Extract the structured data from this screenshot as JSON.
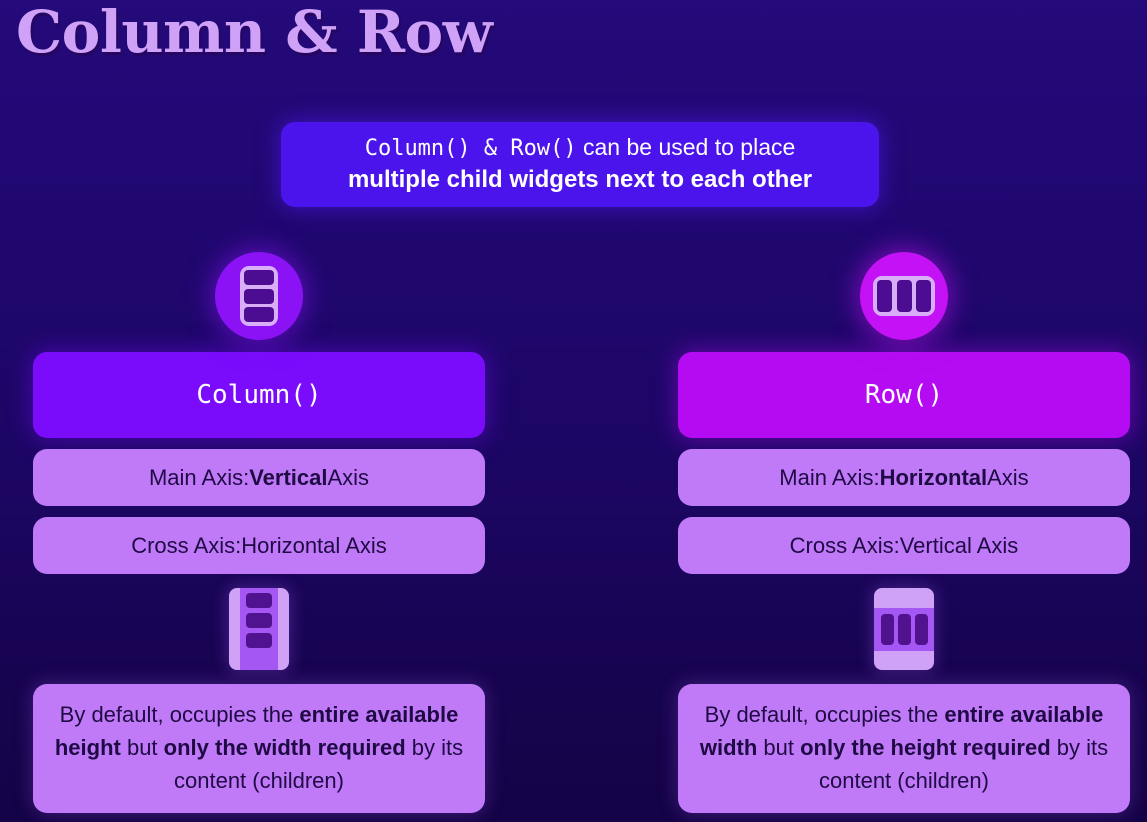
{
  "title": "Column & Row",
  "callout": {
    "line1_code": "Column() & Row()",
    "line1_rest": " can be used to place",
    "line2": "multiple child widgets next to each other"
  },
  "colors": {
    "background_top": "#240a7a",
    "background_bottom": "#140346",
    "title": "#cfa2f7",
    "callout_bg": "#4b14ec",
    "column_accent": "#7a0bfb",
    "row_accent": "#b40bf2",
    "column_badge": "#8a12f5",
    "row_badge": "#c511f5",
    "card_bg": "#c07af8",
    "card_text": "#1f0a45"
  },
  "panels": [
    {
      "key": "column",
      "icon_name": "column-layout-icon",
      "header": "Column()",
      "main_axis": {
        "prefix": "Main Axis: ",
        "strong": "Vertical",
        "suffix": " Axis"
      },
      "cross_axis": {
        "prefix": "Cross Axis: ",
        "strong": "",
        "suffix": "Horizontal Axis"
      },
      "illustration_name": "column-illustration-icon",
      "description": {
        "part1": "By default, occupies the ",
        "strong1": "entire available height",
        "part2": " but ",
        "strong2": "only the width required",
        "part3": " by its content (children)"
      }
    },
    {
      "key": "row",
      "icon_name": "row-layout-icon",
      "header": "Row()",
      "main_axis": {
        "prefix": "Main Axis: ",
        "strong": "Horizontal",
        "suffix": " Axis"
      },
      "cross_axis": {
        "prefix": "Cross Axis: ",
        "strong": "",
        "suffix": "Vertical Axis"
      },
      "illustration_name": "row-illustration-icon",
      "description": {
        "part1": "By default, occupies the ",
        "strong1": "entire available width",
        "part2": " but ",
        "strong2": "only the height required",
        "part3": " by its content (children)"
      }
    }
  ]
}
